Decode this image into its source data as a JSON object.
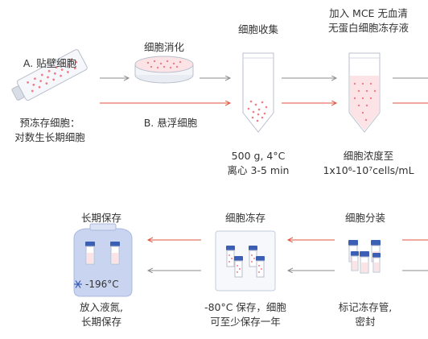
{
  "colors": {
    "arrow_gray": "#8c8c8c",
    "arrow_red": "#e0533d",
    "tube_fill": "#f5b8c0",
    "cap_blue": "#3b5fb5",
    "flask_blue": "#b9c8ea",
    "text": "#333333"
  },
  "steps": {
    "adherent_label": "A. 贴壁细胞",
    "preserve_label_1": "预冻存细胞：",
    "preserve_label_2": "对数生长期细胞",
    "digest_label": "细胞消化",
    "suspension_label": "B. 悬浮细胞",
    "collect_label": "细胞收集",
    "centrifuge_1": "500 g, 4°C",
    "centrifuge_2": "离心 3-5 min",
    "add_medium_1": "加入 MCE 无血清",
    "add_medium_2": "无蛋白细胞冻存液",
    "density_1": "细胞浓度至",
    "density_2": "1x10⁶-10⁷cells/mL",
    "aliquot_label": "细胞分装",
    "aliquot_note_1": "标记冻存管,",
    "aliquot_note_2": "密封",
    "freeze_label": "细胞冻存",
    "freeze_note_1": "-80°C 保存，细胞",
    "freeze_note_2": "可至少保存一年",
    "longterm_label": "长期保存",
    "longterm_temp": "-196°C",
    "longterm_note_1": "放入液氮,",
    "longterm_note_2": "长期保存"
  },
  "icons": [
    "culture-flask-icon",
    "petri-dish-icon",
    "centrifuge-tube-icon",
    "cryovial-rack-icon",
    "freezer-box-icon",
    "liquid-nitrogen-tank-icon",
    "snowflake-icon"
  ]
}
